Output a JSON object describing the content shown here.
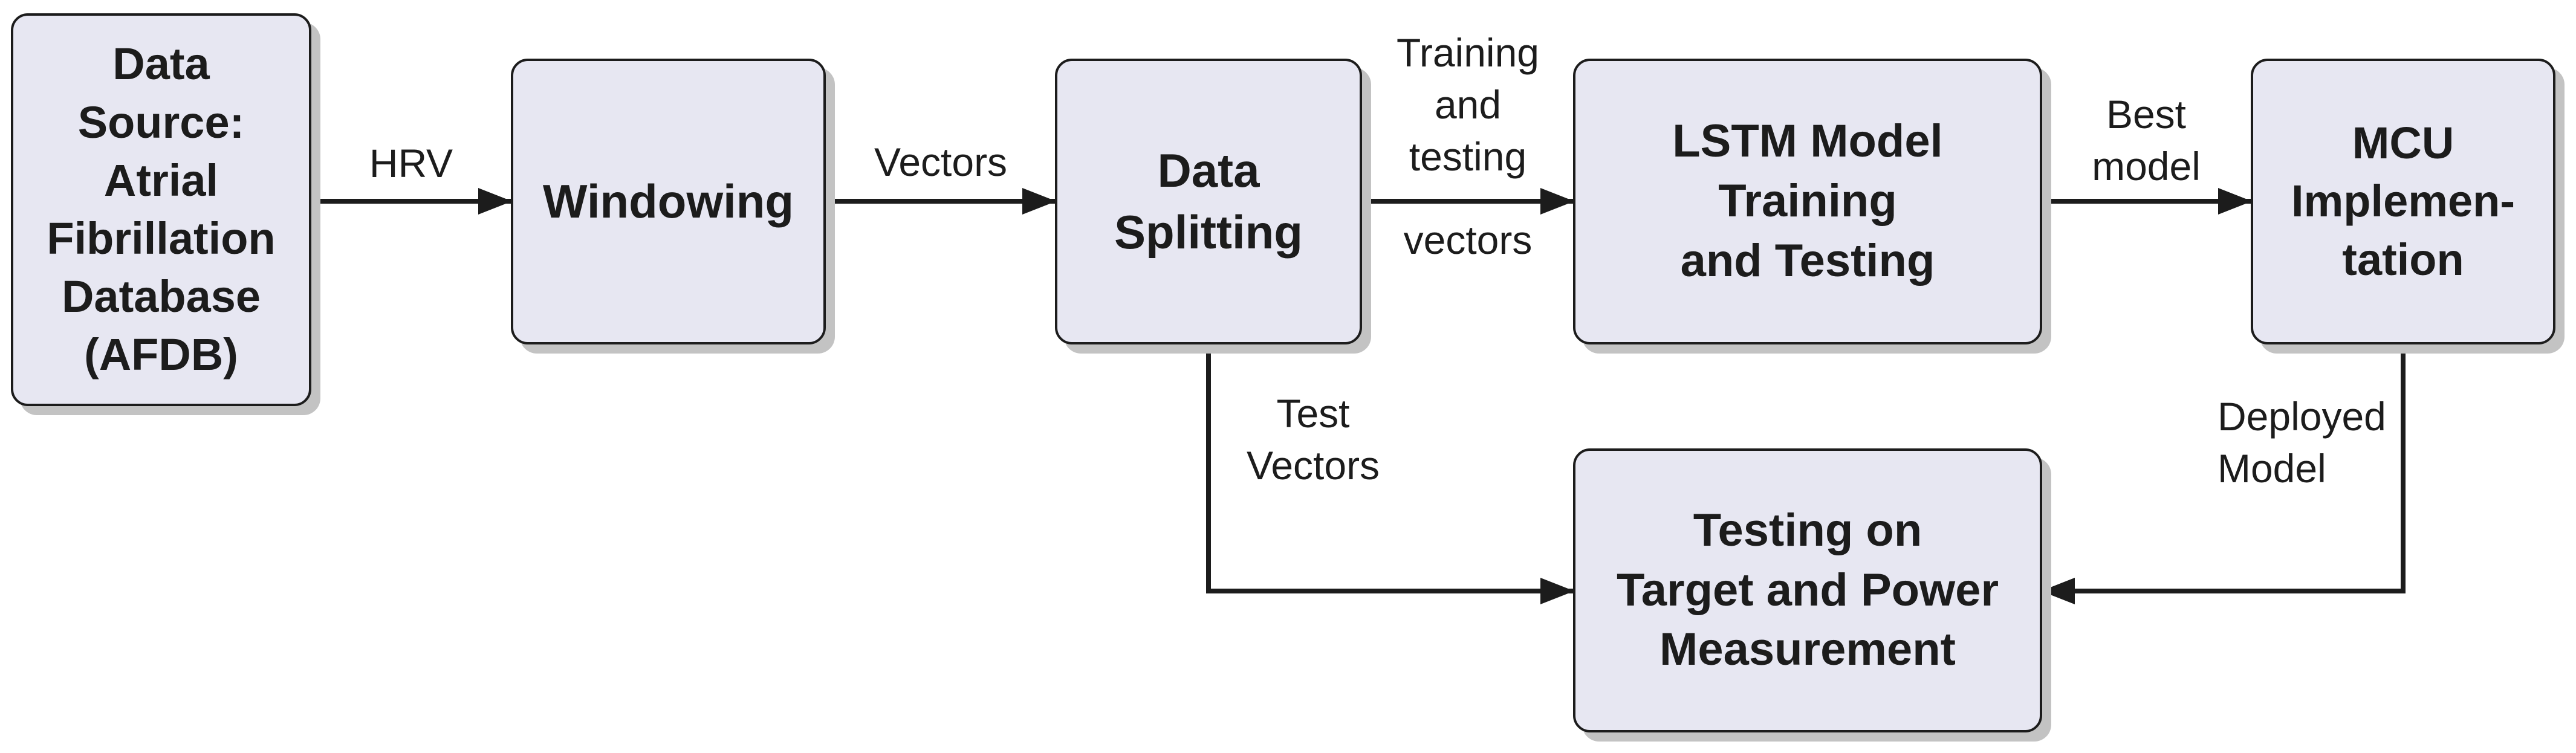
{
  "diagram": {
    "colors": {
      "background": "#ffffff",
      "node_fill": "#e7e7f2",
      "node_border": "#1c1c1c",
      "text": "#1c1c1c",
      "shadow": "#c3c3c3",
      "connector": "#1c1c1c"
    },
    "nodes": {
      "data_source": {
        "lines": [
          "Data",
          "Source:",
          "Atrial",
          "Fibrillation",
          "Database",
          "(AFDB)"
        ]
      },
      "windowing": {
        "lines": [
          "Windowing"
        ]
      },
      "data_splitting": {
        "lines": [
          "Data",
          "Splitting"
        ]
      },
      "lstm": {
        "lines": [
          "LSTM Model",
          "Training",
          "and Testing"
        ]
      },
      "mcu": {
        "lines": [
          "MCU",
          "Implemen-",
          "tation"
        ]
      },
      "testing_target": {
        "lines": [
          "Testing on",
          "Target and Power",
          "Measurement"
        ]
      }
    },
    "edge_labels": {
      "hrv": {
        "lines": [
          "HRV"
        ]
      },
      "vectors": {
        "lines": [
          "Vectors"
        ]
      },
      "training_testing_above": {
        "lines": [
          "Training",
          "and",
          "testing"
        ]
      },
      "training_testing_below": {
        "lines": [
          "vectors"
        ]
      },
      "best_model": {
        "lines": [
          "Best",
          "model"
        ]
      },
      "test_vectors": {
        "lines": [
          "Test",
          "Vectors"
        ]
      },
      "deployed_model": {
        "lines": [
          "Deployed",
          "Model"
        ]
      }
    }
  }
}
